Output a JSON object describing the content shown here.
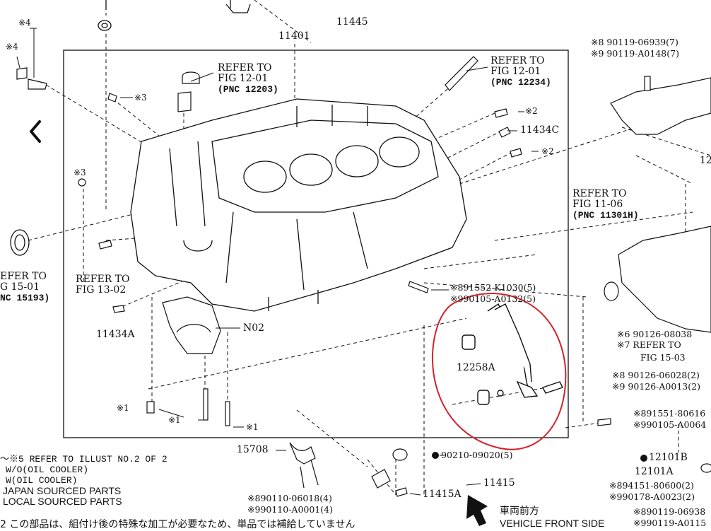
{
  "main_block": {
    "part_number": "11401"
  },
  "callouts": {
    "top_partial": "11445",
    "refer_12203": {
      "line1": "REFER TO",
      "line2": "FIG 12-01",
      "line3": "(PNC 12203)"
    },
    "refer_12234": {
      "line1": "REFER TO",
      "line2": "FIG 12-01",
      "line3": "(PNC 12234)"
    },
    "refer_11301h": {
      "line1": "REFER TO",
      "line2": "FIG 11-06",
      "line3": "(PNC 11301H)"
    },
    "refer_15193": {
      "line1": "EFER TO",
      "line2": "G 15-01",
      "line3": "NC 15193)"
    },
    "refer_13_02": {
      "line1": "REFER TO",
      "line2": "FIG 13-02"
    },
    "refer_15_03": {
      "line1": "REFER TO",
      "line2": "FIG 15-03"
    },
    "p11434a": "11434A",
    "p11434c": "11434C",
    "n02": "N02",
    "p12258a": "12258A",
    "p15708": "15708",
    "p11415a": "11415A",
    "p11415": "11415",
    "p12101b": "12101B",
    "p12101a": "12101A",
    "p90210": "90210-09020(5)",
    "p12_partial": "12"
  },
  "marks": {
    "m1": "※1",
    "m2": "※2",
    "m3": "※3",
    "m4": "※4",
    "m6": "※6",
    "m7": "※7",
    "m8": "※8",
    "m9": "※9"
  },
  "bolts": {
    "b91552": "91552-K1030(5)",
    "b90105_a0132": "90105-A0132(5)",
    "b90119_06939": "90119-06939(7)",
    "b90119_a0148": "90119-A0148(7)",
    "b90126_08038": "90126-08038",
    "b90126_06028": "90126-06028(2)",
    "b90126_a0013": "90126-A0013(2)",
    "b91551_80616": "91551-80616",
    "b90105_a0064": "90105-A0064",
    "b94151": "94151-80600(2)",
    "b90178": "90178-A0023(2)",
    "b90110_06018": "90110-06018(4)",
    "b90110_a0001": "90110-A0001(4)",
    "b90119_06938": "90119-06938",
    "b90119_a0115": "90119-A0115"
  },
  "legend": {
    "line1": "～※5 REFER TO ILLUST NO.2 OF 2",
    "line2": "W/O(OIL COOLER)",
    "line3": "W(OIL COOLER)",
    "line4": "JAPAN SOURCED PARTS",
    "line5": "LOCAL SOURCED PARTS"
  },
  "footer": {
    "note": "2 この部品は、組付け後の特殊な加工が必要なため、単品では補給していません",
    "vehicle_front_jp": "車両前方",
    "vehicle_front_en": "VEHICLE FRONT SIDE"
  },
  "nav": {
    "back_glyph": "‹"
  },
  "colors": {
    "highlight": "#d3232a",
    "ink": "#111111"
  }
}
